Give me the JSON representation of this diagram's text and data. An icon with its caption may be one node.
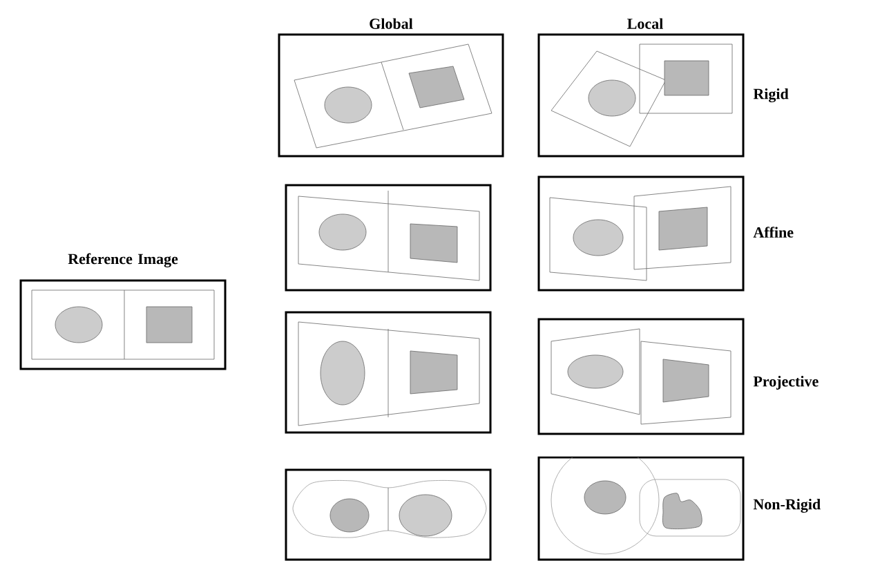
{
  "diagram": {
    "nodes": [
      {
        "text": [
          "Reference Image"
        ]
      },
      {
        "text": [],
        "shape": "picture"
      },
      {
        "text": [],
        "shape": "picture"
      },
      {
        "text": [],
        "shape": "picture"
      },
      {
        "text": [],
        "shape": "picture"
      },
      {
        "text": [],
        "shape": "picture"
      },
      {
        "text": [],
        "shape": "picture"
      },
      {
        "text": [],
        "shape": "picture"
      },
      {
        "text": [],
        "shape": "picture"
      }
    ],
    "labels": [
      "Global",
      "Local",
      "Rigid",
      "Affine",
      "Projective",
      "Non-Rigid"
    ]
  }
}
